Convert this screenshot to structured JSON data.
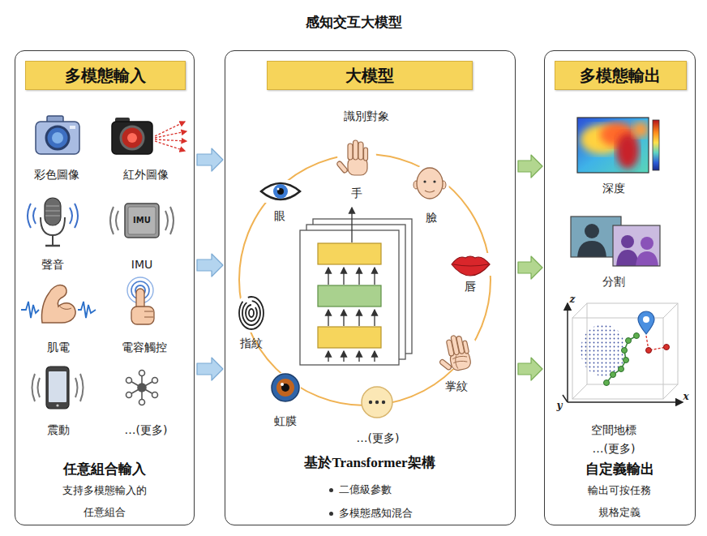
{
  "diagram": {
    "title": "感知交互大模型",
    "nodes": [
      {
        "text": [
          "任意組合輸入",
          "支持多模態輸入的 任意組合"
        ]
      },
      {
        "text": [
          "多模態輸入"
        ],
        "in": 0
      },
      {
        "text": [
          "基於Transformer架構",
          "二億級參數",
          "多模態感知混合"
        ]
      },
      {
        "text": [
          "大模型"
        ],
        "in": 2
      },
      {
        "text": [
          "自定義輸出",
          "輸出可按任務 規格定義"
        ]
      },
      {
        "text": [
          "多模態輸出"
        ],
        "in": 4
      }
    ],
    "edges": [
      {
        "from": 0,
        "to": 2,
        "arrow": "to"
      },
      {
        "from": 0,
        "to": 2,
        "arrow": "to"
      },
      {
        "from": 0,
        "to": 2,
        "arrow": "to"
      },
      {
        "from": 2,
        "to": 4,
        "arrow": "to"
      },
      {
        "from": 2,
        "to": 4,
        "arrow": "to"
      },
      {
        "from": 2,
        "to": 4,
        "arrow": "to"
      }
    ],
    "labels": [
      "彩色圖像",
      "紅外圖像",
      "聲音",
      "IMU",
      "IMU",
      "肌電",
      "電容觸控",
      "震動",
      "…(更多)",
      "識別對象",
      "手",
      "臉",
      "眼",
      "唇",
      "指紋",
      "掌紋",
      "虹膜",
      "…(更多)",
      "深度",
      "分割",
      "z",
      "y",
      "x",
      "空間地標",
      "…(更多)"
    ]
  }
}
